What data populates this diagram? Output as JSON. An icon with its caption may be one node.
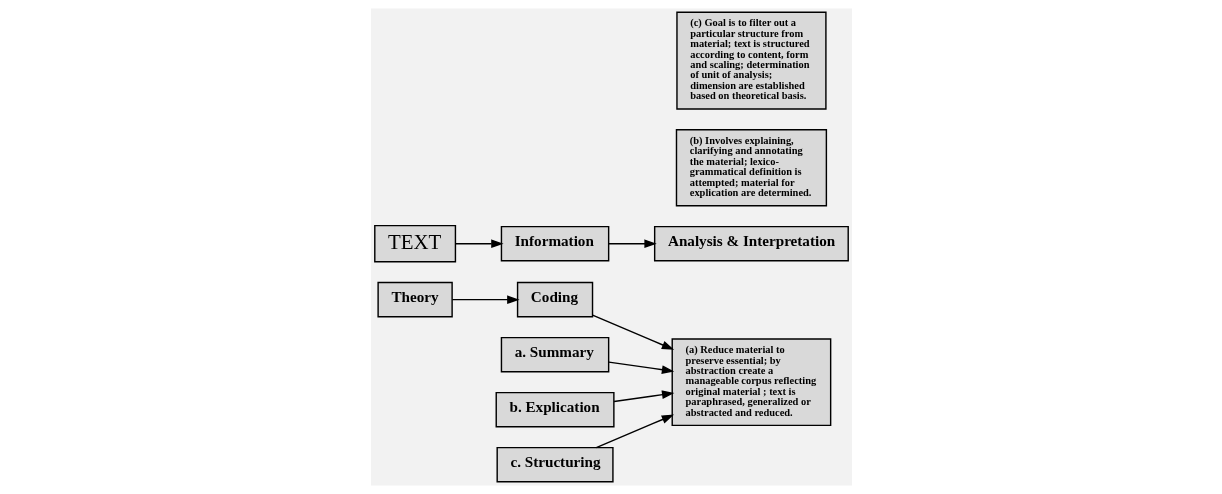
{
  "diagram": {
    "nodes": [
      {
        "text": [
          "Theory"
        ]
      },
      {
        "text": [
          "Coding"
        ]
      },
      {
        "text": [
          "a. Summary"
        ]
      },
      {
        "text": [
          "b. Explication"
        ]
      },
      {
        "text": [
          "c. Structuring"
        ]
      },
      {
        "text": [
          "Analysis & Interpretation"
        ]
      },
      {
        "text": [
          "Information"
        ]
      },
      {
        "text": [
          "TEXT"
        ]
      },
      {
        "text": [
          "(a) Reduce material to preserve essential; by abstraction create a manageable corpus reflecting original material ; text is paraphrased, generalized or abstracted and reduced."
        ]
      },
      {
        "text": [
          "(b) Involves explaining, clarifying and annotating the material; lexico-grammatical definition is attempted; material for explication are determined."
        ]
      },
      {
        "text": [
          "(c) Goal is to filter out a particular structure from material; text is structured according to content, form and scaling; determination of unit of analysis; dimension are established based on theoretical basis."
        ]
      }
    ],
    "edges": [
      {
        "from": 0,
        "to": 1,
        "arrow": "to"
      },
      {
        "from": 1,
        "to": 8,
        "arrow": "to"
      },
      {
        "from": 2,
        "to": 8,
        "arrow": "to"
      },
      {
        "from": 3,
        "to": 8,
        "arrow": "to"
      },
      {
        "from": 4,
        "to": 8,
        "arrow": "to"
      },
      {
        "from": 7,
        "to": 6,
        "arrow": "to"
      },
      {
        "from": 6,
        "to": 5,
        "arrow": "to"
      }
    ]
  }
}
